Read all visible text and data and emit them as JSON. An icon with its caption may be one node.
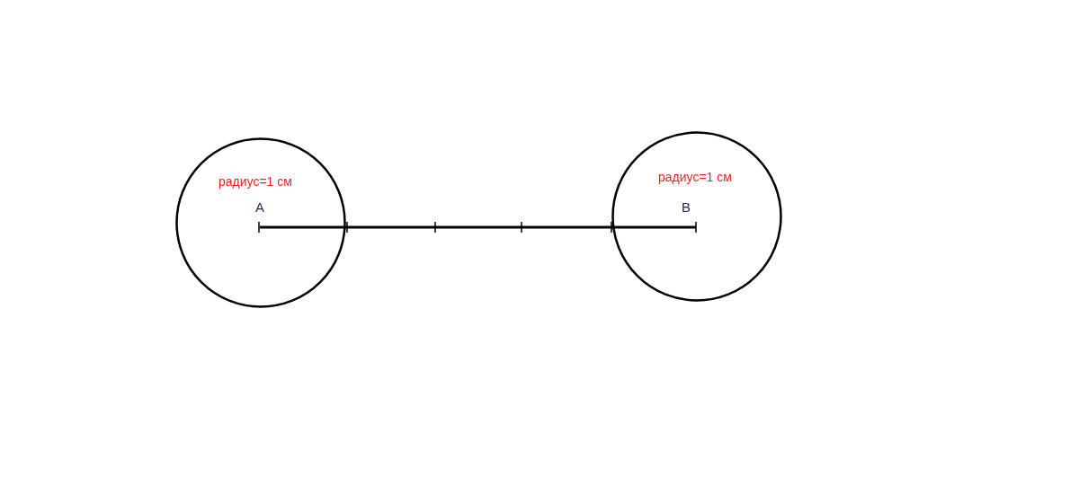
{
  "diagram": {
    "nodes": [
      {
        "text": [
          "радиус=1 см"
        ]
      },
      {
        "text": [
          "A"
        ],
        "in": 0
      },
      {
        "text": [
          "радиус=1 см"
        ]
      },
      {
        "text": [
          "B"
        ],
        "in": 2
      }
    ],
    "edges": [
      {
        "from": 1,
        "to": 3,
        "arrow": "none"
      }
    ]
  }
}
